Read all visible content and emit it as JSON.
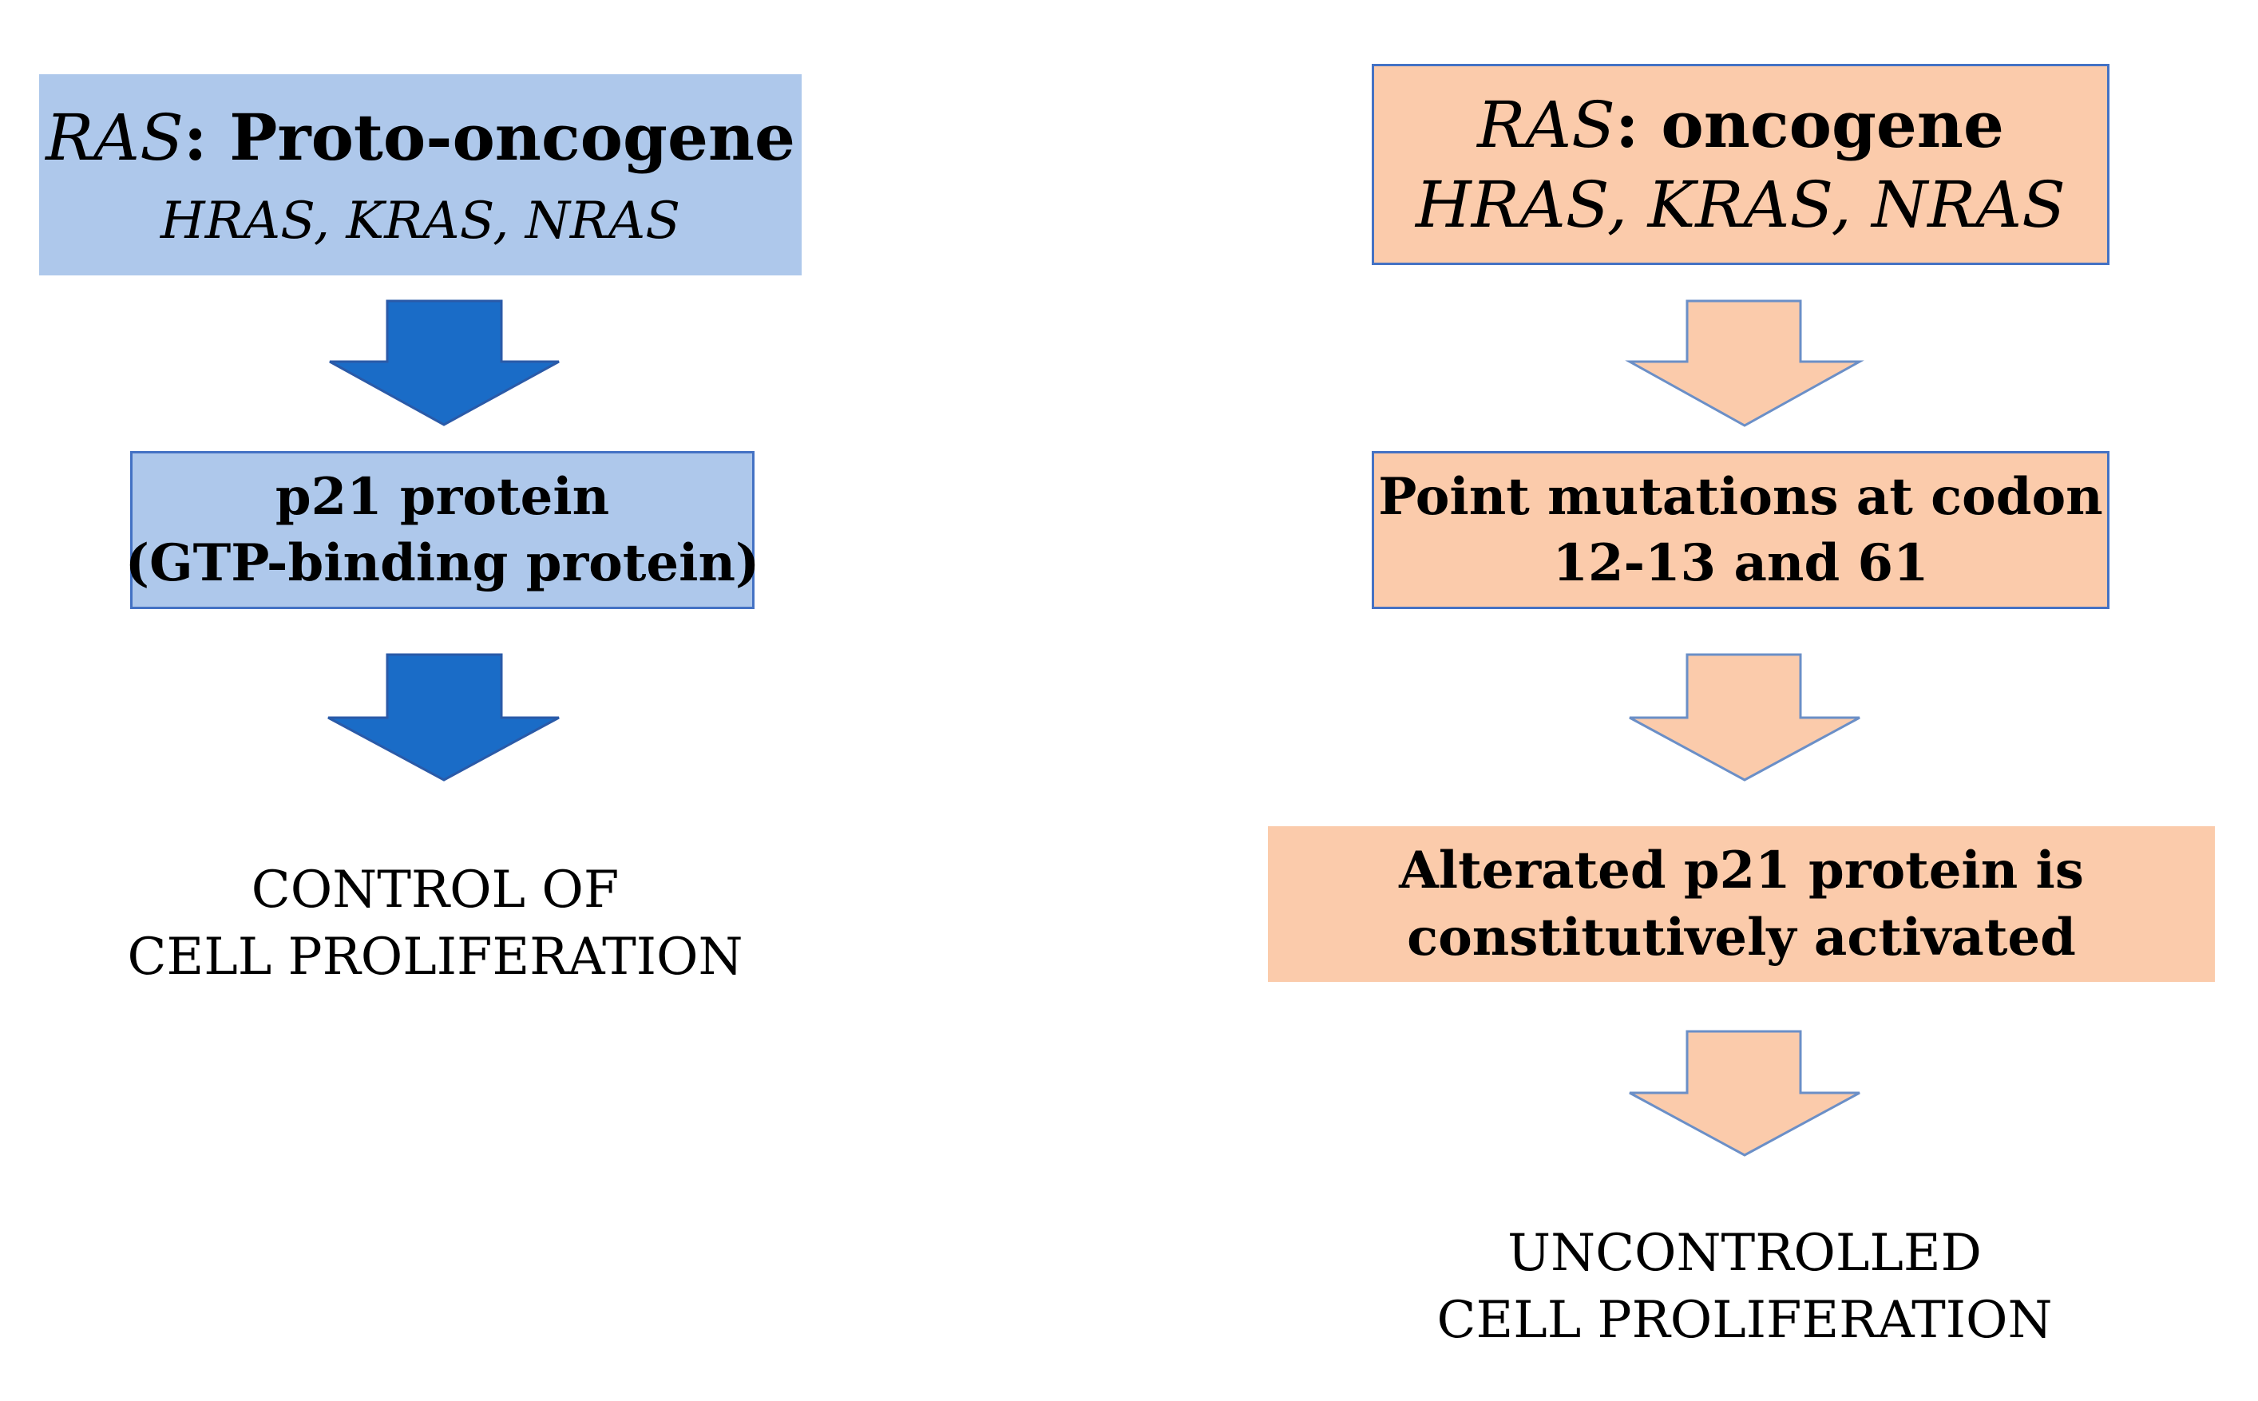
{
  "proto_oncogene": {
    "title_italic": "RAS",
    "title_rest": ": Proto-oncogene",
    "genes": "HRAS, KRAS, NRAS",
    "protein_line1": "p21 protein",
    "protein_line2": "(GTP-binding protein)",
    "outcome_line1": "CONTROL OF",
    "outcome_line2": "CELL PROLIFERATION",
    "color_fill": "#aec8eb",
    "arrow_color": "#1a6cc7"
  },
  "oncogene": {
    "title_italic": "RAS",
    "title_rest": ": oncogene",
    "genes": "HRAS, KRAS, NRAS",
    "mutation_line1": "Point mutations at codon",
    "mutation_line2": "12-13 and 61",
    "altered_line1": "Alterated p21 protein is",
    "altered_line2": "constitutively activated",
    "outcome_line1": "UNCONTROLLED",
    "outcome_line2": "CELL PROLIFERATION",
    "color_fill": "#fbcbab",
    "arrow_color": "#fbcbab"
  }
}
